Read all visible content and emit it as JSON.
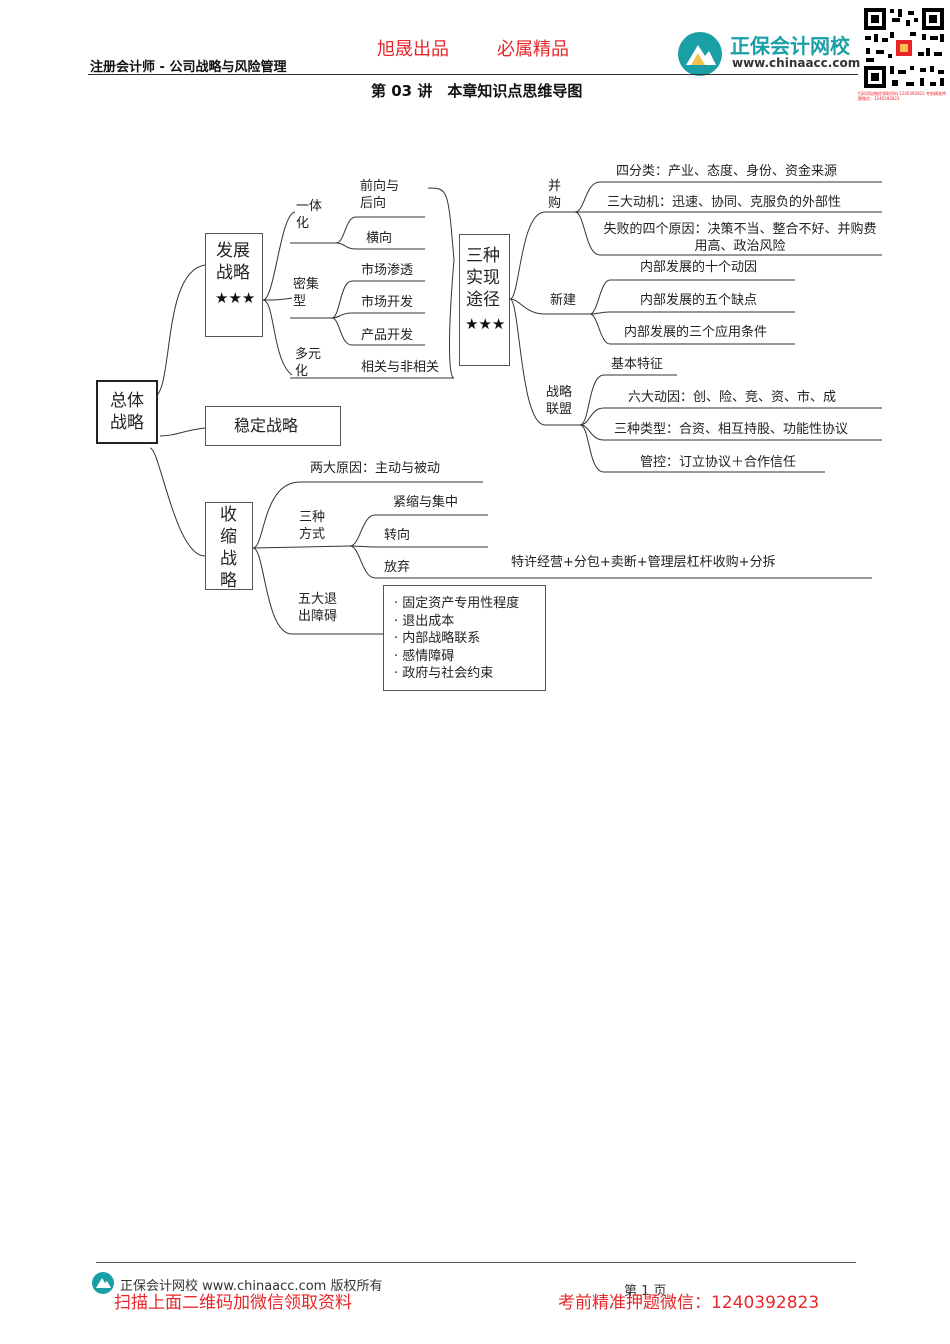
{
  "header": {
    "course": "注册会计师 - 公司战略与风险管理",
    "slogan_left": "旭晟出品",
    "slogan_right": "必属精品",
    "logo_name": "正保会计网校",
    "logo_url": "www.chinaacc.com",
    "page_title": "第 03 讲　本章知识点思维导图"
  },
  "mindmap": {
    "root": "总体战略",
    "development": {
      "label": "发展战略",
      "stars": "★★★",
      "integration": {
        "label": "一体化",
        "forward_backward": "前向与后向",
        "horizontal": "横向"
      },
      "intensive": {
        "label": "密集型",
        "items": [
          "市场渗透",
          "市场开发",
          "产品开发"
        ]
      },
      "diversification": {
        "label": "多元化",
        "item": "相关与非相关"
      }
    },
    "paths": {
      "label": "三种实现途径",
      "stars": "★★★",
      "merger": {
        "label": "并购",
        "items": [
          "四分类：产业、态度、身份、资金来源",
          "三大动机：迅速、协同、克服负的外部性",
          "失败的四个原因：决策不当、整合不好、并购费用高、政治风险"
        ]
      },
      "new_build": {
        "label": "新建",
        "items": [
          "内部发展的十个动因",
          "内部发展的五个缺点",
          "内部发展的三个应用条件"
        ]
      },
      "alliance": {
        "label": "战略联盟",
        "items": [
          "基本特征",
          "六大动因：创、险、竞、资、市、成",
          "三种类型：合资、相互持股、功能性协议",
          "管控：订立协议＋合作信任"
        ]
      }
    },
    "stability": {
      "label": "稳定战略"
    },
    "retrenchment": {
      "label": "收缩战略",
      "two_reasons": "两大原因：主动与被动",
      "three_ways": {
        "label": "三种方式",
        "items": [
          "紧缩与集中",
          "转向",
          "放弃"
        ],
        "abandon_detail": "特许经营+分包+卖断+管理层杠杆收购+分拆"
      },
      "exit_barriers": {
        "label": "五大退出障碍",
        "items": [
          "固定资产专用性程度",
          "退出成本",
          "内部战略联系",
          "感情障碍",
          "政府与社会约束"
        ]
      }
    }
  },
  "footer": {
    "copyright": "正保会计网校 www.chinaacc.com 版权所有",
    "page": "第 1 页",
    "promo_left": "扫描上面二维码加微信领取资料",
    "promo_right": "考前精准押题微信：1240392823"
  },
  "qr_caption": "扫码添加微信领取资料 1240392823 考前精准押题微信：1240392823",
  "colors": {
    "accent_red": "#e8262a",
    "brand_teal": "#1b9fa6"
  }
}
